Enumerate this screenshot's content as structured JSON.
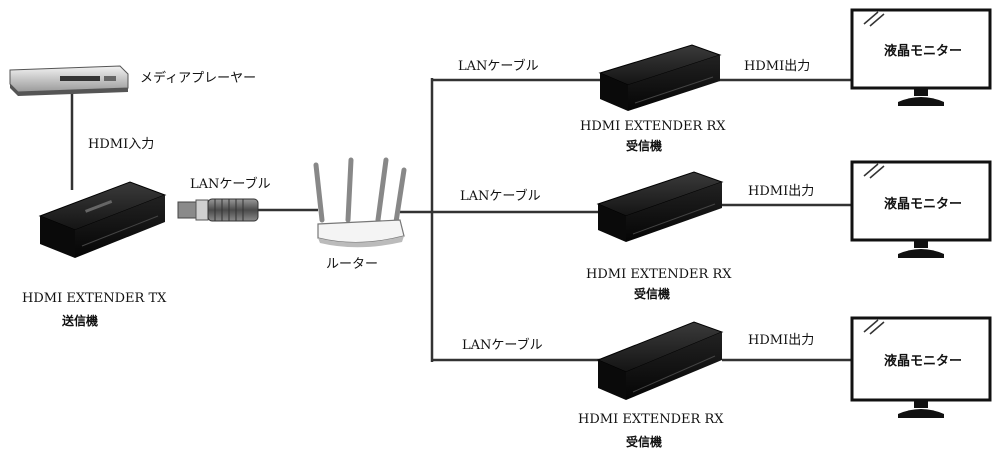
{
  "source": {
    "device_label": "メディアプレーヤー",
    "cable_label": "HDMI入力"
  },
  "transmitter": {
    "name": "HDMI EXTENDER TX",
    "role": "送信機",
    "cable_label": "LANケーブル"
  },
  "router": {
    "label": "ルーター"
  },
  "branches": [
    {
      "lan_label": "LANケーブル",
      "receiver_name": "HDMI EXTENDER RX",
      "receiver_role": "受信機",
      "output_label": "HDMI出力",
      "monitor_label": "液晶モニター"
    },
    {
      "lan_label": "LANケーブル",
      "receiver_name": "HDMI EXTENDER RX",
      "receiver_role": "受信機",
      "output_label": "HDMI出力",
      "monitor_label": "液晶モニター"
    },
    {
      "lan_label": "LANケーブル",
      "receiver_name": "HDMI EXTENDER RX",
      "receiver_role": "受信機",
      "output_label": "HDMI出力",
      "monitor_label": "液晶モニター"
    }
  ],
  "colors": {
    "line": "#333333",
    "device_body": "#1c1c1c",
    "cable": "#6b6b6b"
  }
}
